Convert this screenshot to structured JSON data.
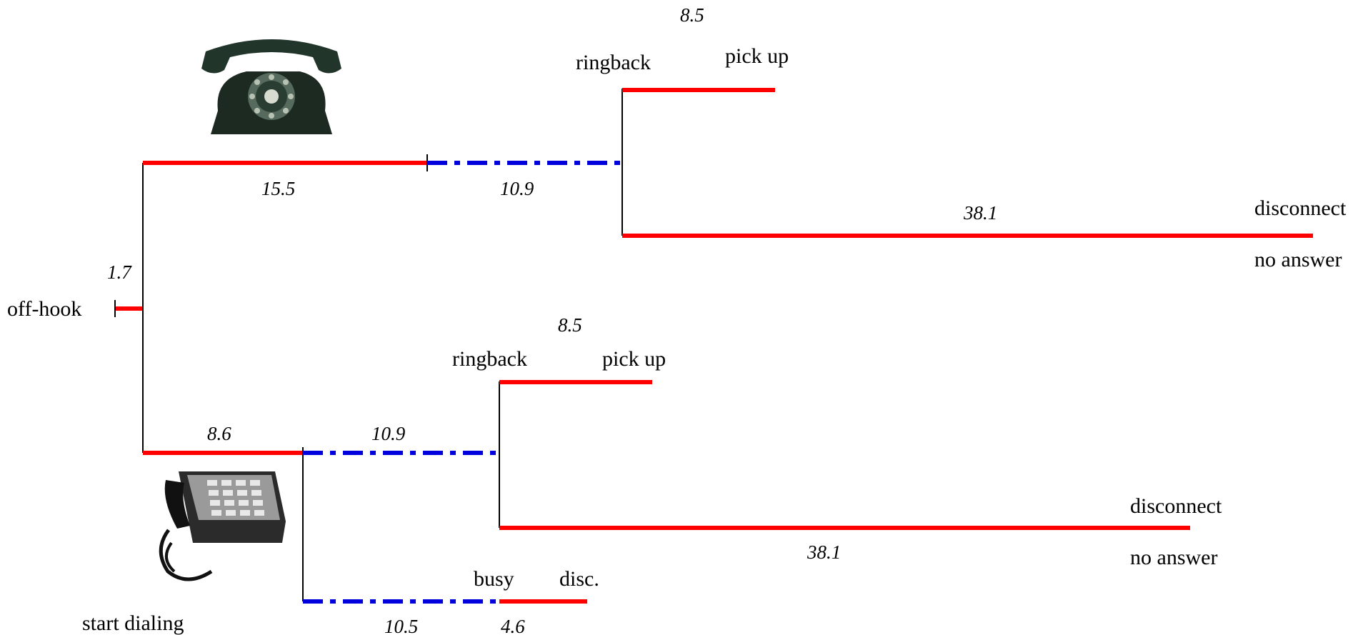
{
  "colors": {
    "timeline": "#ff0000",
    "wait": "#0000dd",
    "branch": "#000000"
  },
  "icons": {
    "top_phone": "rotary-telephone-icon",
    "bottom_phone": "desk-telephone-icon"
  },
  "labels": {
    "off_hook": "off-hook",
    "off_hook_dur": "1.7",
    "start_dialing": "start dialing",
    "top": {
      "dial_dur": "15.5",
      "wait_dur": "10.9",
      "ringback": "ringback",
      "pickup_dur": "8.5",
      "pick_up": "pick up",
      "noanswer_dur": "38.1",
      "disconnect": "disconnect",
      "no_answer": "no answer"
    },
    "bottom": {
      "dial_dur": "8.6",
      "wait_dur": "10.9",
      "ringback": "ringback",
      "pickup_dur": "8.5",
      "pick_up": "pick up",
      "noanswer_dur": "38.1",
      "disconnect": "disconnect",
      "no_answer": "no answer",
      "busy_wait_dur": "10.5",
      "busy": "busy",
      "busy_dur": "4.6",
      "disc": "disc."
    }
  }
}
